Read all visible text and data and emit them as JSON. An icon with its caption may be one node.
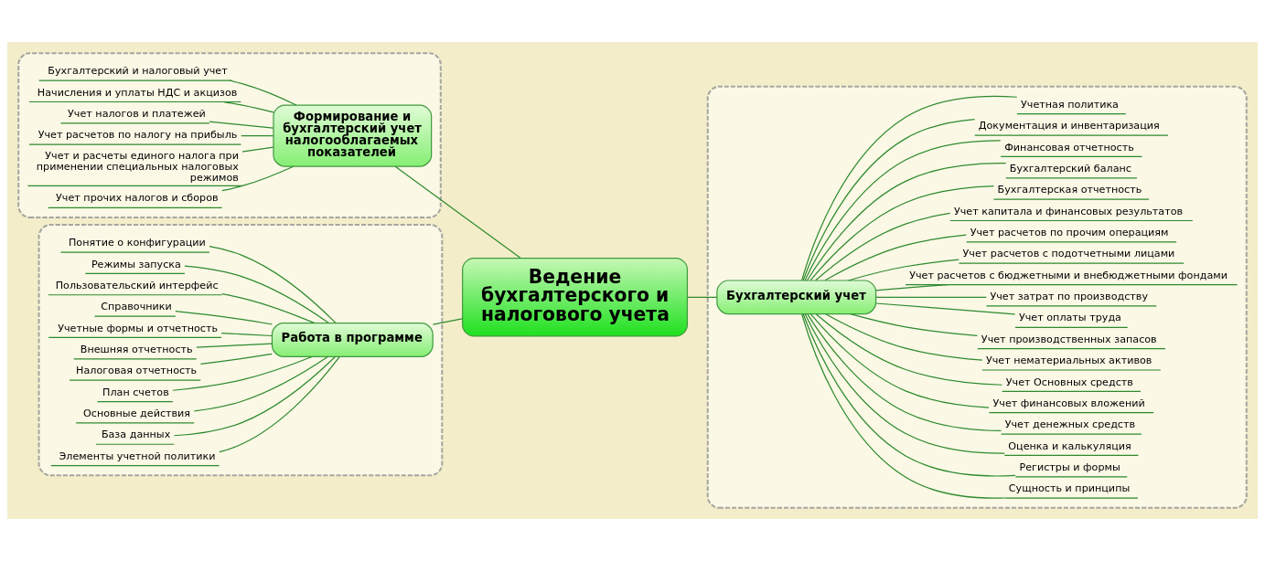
{
  "diagram": {
    "nodes": [
      {
        "text": [
          "Ведение бухгалтерского и налогового учета"
        ]
      },
      {
        "text": [],
        "shape": "box"
      },
      {
        "text": [
          "Формирование и бухгалтерский учет налогооблагаемых показателей"
        ],
        "in": 1
      },
      {
        "text": [
          "Бухгалтерский и налоговый учет"
        ],
        "in": 1
      },
      {
        "text": [
          "Начисления и уплаты НДС и акцизов"
        ],
        "in": 1
      },
      {
        "text": [
          "Учет налогов и платежей"
        ],
        "in": 1
      },
      {
        "text": [
          "Учет расчетов по налогу на прибыль"
        ],
        "in": 1
      },
      {
        "text": [
          "Учет и расчеты единого налога при применении специальных налоговых режимов"
        ],
        "in": 1
      },
      {
        "text": [
          "Учет прочих налогов и сборов"
        ],
        "in": 1
      },
      {
        "text": [],
        "shape": "box"
      },
      {
        "text": [
          "Работа в программе"
        ],
        "in": 9
      },
      {
        "text": [
          "Понятие о конфигурации"
        ],
        "in": 9
      },
      {
        "text": [
          "Режимы запуска"
        ],
        "in": 9
      },
      {
        "text": [
          "Пользовательский интерфейс"
        ],
        "in": 9
      },
      {
        "text": [
          "Справочники"
        ],
        "in": 9
      },
      {
        "text": [
          "Учетные формы и отчетность"
        ],
        "in": 9
      },
      {
        "text": [
          "Внешняя отчетность"
        ],
        "in": 9
      },
      {
        "text": [
          "Налоговая отчетность"
        ],
        "in": 9
      },
      {
        "text": [
          "План счетов"
        ],
        "in": 9
      },
      {
        "text": [
          "Основные действия"
        ],
        "in": 9
      },
      {
        "text": [
          "База данных"
        ],
        "in": 9
      },
      {
        "text": [
          "Элементы учетной политики"
        ],
        "in": 9
      },
      {
        "text": [],
        "shape": "box"
      },
      {
        "text": [
          "Бухгалтерский учет"
        ],
        "in": 22
      },
      {
        "text": [
          "Сущность и принципы"
        ],
        "in": 22
      },
      {
        "text": [
          "Регистры и формы"
        ],
        "in": 22
      },
      {
        "text": [
          "Оценка и калькуляция"
        ],
        "in": 22
      },
      {
        "text": [
          "Учет денежных средств"
        ],
        "in": 22
      },
      {
        "text": [
          "Учет финансовых вложений"
        ],
        "in": 22
      },
      {
        "text": [
          "Учет Основных средств"
        ],
        "in": 22
      },
      {
        "text": [
          "Учет нематериальных активов"
        ],
        "in": 22
      },
      {
        "text": [
          "Учет производственных запасов"
        ],
        "in": 22
      },
      {
        "text": [
          "Учет оплаты труда"
        ],
        "in": 22
      },
      {
        "text": [
          "Учет затрат по производству"
        ],
        "in": 22
      },
      {
        "text": [
          "Учет расчетов с бюджетными и внебюджетными фондами"
        ],
        "in": 22
      },
      {
        "text": [
          "Учет расчетов с подотчетными лицами"
        ],
        "in": 22
      },
      {
        "text": [
          "Учет расчетов по прочим операциям"
        ],
        "in": 22
      },
      {
        "text": [
          "Учет капитала и финансовых результатов"
        ],
        "in": 22
      },
      {
        "text": [
          "Бухгалтерская отчетность"
        ],
        "in": 22
      },
      {
        "text": [
          "Бухгалтерский баланс"
        ],
        "in": 22
      },
      {
        "text": [
          "Финансовая отчетность"
        ],
        "in": 22
      },
      {
        "text": [
          "Документация и инвентаризация"
        ],
        "in": 22
      },
      {
        "text": [
          "Учетная политика"
        ],
        "in": 22
      }
    ],
    "edges": [
      {
        "from": 0,
        "to": 2,
        "arrow": "none"
      },
      {
        "from": 0,
        "to": 10,
        "arrow": "none"
      },
      {
        "from": 0,
        "to": 23,
        "arrow": "none"
      },
      {
        "from": 2,
        "to": 3,
        "arrow": "none"
      },
      {
        "from": 2,
        "to": 4,
        "arrow": "none"
      },
      {
        "from": 2,
        "to": 5,
        "arrow": "none"
      },
      {
        "from": 2,
        "to": 6,
        "arrow": "none"
      },
      {
        "from": 2,
        "to": 7,
        "arrow": "none"
      },
      {
        "from": 2,
        "to": 8,
        "arrow": "none"
      },
      {
        "from": 10,
        "to": 11,
        "arrow": "none"
      },
      {
        "from": 10,
        "to": 12,
        "arrow": "none"
      },
      {
        "from": 10,
        "to": 13,
        "arrow": "none"
      },
      {
        "from": 10,
        "to": 14,
        "arrow": "none"
      },
      {
        "from": 10,
        "to": 15,
        "arrow": "none"
      },
      {
        "from": 10,
        "to": 16,
        "arrow": "none"
      },
      {
        "from": 10,
        "to": 17,
        "arrow": "none"
      },
      {
        "from": 10,
        "to": 18,
        "arrow": "none"
      },
      {
        "from": 10,
        "to": 19,
        "arrow": "none"
      },
      {
        "from": 10,
        "to": 20,
        "arrow": "none"
      },
      {
        "from": 10,
        "to": 21,
        "arrow": "none"
      },
      {
        "from": 23,
        "to": 24,
        "arrow": "none"
      },
      {
        "from": 23,
        "to": 25,
        "arrow": "none"
      },
      {
        "from": 23,
        "to": 26,
        "arrow": "none"
      },
      {
        "from": 23,
        "to": 27,
        "arrow": "none"
      },
      {
        "from": 23,
        "to": 28,
        "arrow": "none"
      },
      {
        "from": 23,
        "to": 29,
        "arrow": "none"
      },
      {
        "from": 23,
        "to": 30,
        "arrow": "none"
      },
      {
        "from": 23,
        "to": 31,
        "arrow": "none"
      },
      {
        "from": 23,
        "to": 32,
        "arrow": "none"
      },
      {
        "from": 23,
        "to": 33,
        "arrow": "none"
      },
      {
        "from": 23,
        "to": 34,
        "arrow": "none"
      },
      {
        "from": 23,
        "to": 35,
        "arrow": "none"
      },
      {
        "from": 23,
        "to": 36,
        "arrow": "none"
      },
      {
        "from": 23,
        "to": 37,
        "arrow": "none"
      },
      {
        "from": 23,
        "to": 38,
        "arrow": "none"
      },
      {
        "from": 23,
        "to": 39,
        "arrow": "none"
      },
      {
        "from": 23,
        "to": 40,
        "arrow": "none"
      },
      {
        "from": 23,
        "to": 41,
        "arrow": "none"
      },
      {
        "from": 23,
        "to": 42,
        "arrow": "none"
      }
    ]
  }
}
